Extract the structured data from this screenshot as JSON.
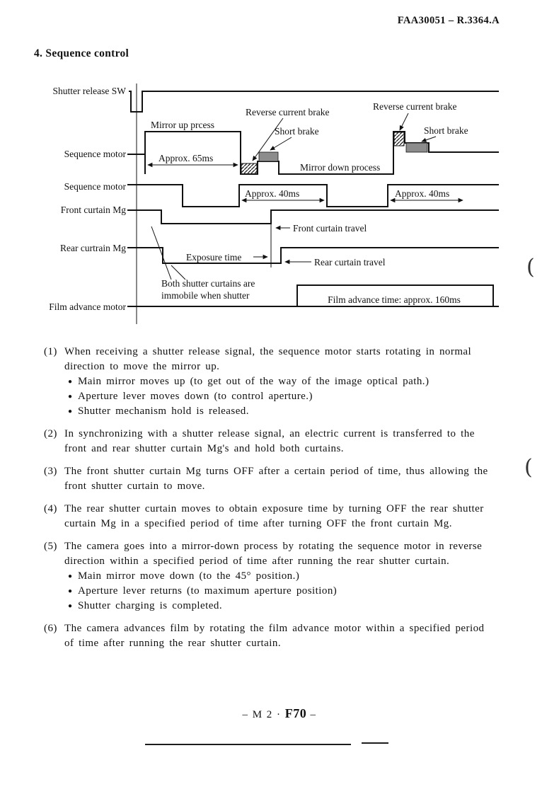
{
  "page": {
    "doc_ref": "FAA30051 – R.3364.A",
    "section_title": "4. Sequence control",
    "footer_prefix": "– M 2 ·",
    "footer_code": "F70",
    "footer_suffix": "–",
    "artifact_mark_1": "(",
    "artifact_mark_2": "("
  },
  "diagram": {
    "signal_labels": [
      "Shutter release SW",
      "Sequence motor",
      "Sequence motor",
      "Front curtain Mg",
      "Rear curtrain Mg",
      "Film advance motor"
    ],
    "annotations": {
      "mirror_up": "Mirror up prcess",
      "approx_65ms": "Approx. 65ms",
      "reverse_current_brake_1": "Reverse current brake",
      "short_brake_1": "Short brake",
      "reverse_current_brake_2": "Reverse current brake",
      "short_brake_2": "Short brake",
      "mirror_down": "Mirror down process",
      "approx_40ms_1": "Approx. 40ms",
      "approx_40ms_2": "Approx. 40ms",
      "front_curtain_travel": "Front curtain travel",
      "exposure_time": "Exposure time",
      "rear_curtain_travel": "Rear curtain travel",
      "immobile_note_line1": "Both shutter curtains are",
      "immobile_note_line2": "immobile when shutter",
      "film_advance_time": "Film advance time: approx. 160ms"
    }
  },
  "body": {
    "bullet_glyph": "●",
    "items": [
      {
        "num": "(1)",
        "text": "When receiving a shutter release signal, the sequence motor starts rotating in normal direction to move the mirror up.",
        "bullets": [
          "Main mirror moves up (to get out of the way of the image optical path.)",
          "Aperture lever moves down (to control aperture.)",
          "Shutter mechanism hold is released."
        ]
      },
      {
        "num": "(2)",
        "text": "In synchronizing with a shutter release signal, an electric current is transferred to the front and rear shutter curtain Mg's and hold both curtains."
      },
      {
        "num": "(3)",
        "text": "The front shutter curtain Mg turns OFF after a certain period of time, thus allowing the front shutter curtain to move."
      },
      {
        "num": "(4)",
        "text": "The rear shutter curtain moves to obtain exposure time by turning OFF the rear shutter curtain Mg in a specified period of time after turning OFF the front curtain Mg."
      },
      {
        "num": "(5)",
        "text": "The camera goes into a mirror-down process by rotating the sequence motor in reverse direction within a specified period of time after running the rear shutter curtain.",
        "bullets": [
          "Main mirror move down (to the 45° position.)",
          "Aperture lever returns (to maximum aperture position)",
          "Shutter charging is completed."
        ]
      },
      {
        "num": "(6)",
        "text": "The camera advances film by rotating the film advance motor within a specified period of time after running the rear shutter curtain."
      }
    ]
  }
}
